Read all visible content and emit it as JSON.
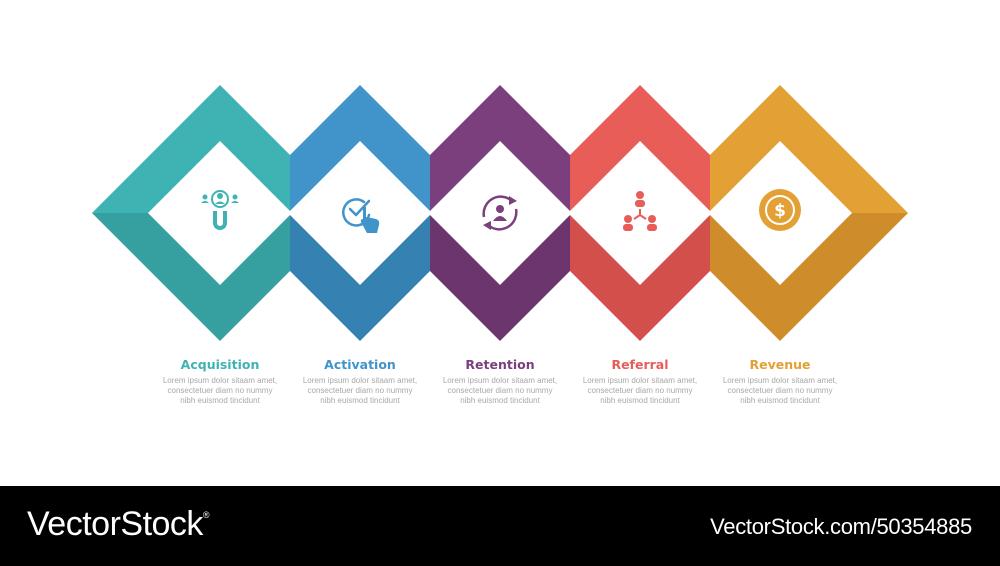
{
  "stages": [
    {
      "title": "Acquisition",
      "color": "#3fb3b4",
      "shade": "#35a09f",
      "icon": "magnet-users-icon",
      "desc": [
        "Lorem ipsum dolor sitaam amet,",
        "consectetuer diam no nummy",
        "nibh euismod tincidunt"
      ]
    },
    {
      "title": "Activation",
      "color": "#4094c9",
      "shade": "#3581b2",
      "icon": "touch-check-icon",
      "desc": [
        "Lorem ipsum dolor sitaam amet,",
        "consectetuer diam no nummy",
        "nibh euismod tincidunt"
      ]
    },
    {
      "title": "Retention",
      "color": "#7b3f7e",
      "shade": "#6c356e",
      "icon": "user-cycle-icon",
      "desc": [
        "Lorem ipsum dolor sitaam amet,",
        "consectetuer diam no nummy",
        "nibh euismod tincidunt"
      ]
    },
    {
      "title": "Referral",
      "color": "#e85d58",
      "shade": "#d24f4b",
      "icon": "referral-network-icon",
      "desc": [
        "Lorem ipsum dolor sitaam amet,",
        "consectetuer diam no nummy",
        "nibh euismod tincidunt"
      ]
    },
    {
      "title": "Revenue",
      "color": "#e3a035",
      "shade": "#cf8c2b",
      "icon": "dollar-coin-icon",
      "desc": [
        "Lorem ipsum dolor sitaam amet,",
        "consectetuer diam no nummy",
        "nibh euismod tincidunt"
      ]
    }
  ],
  "footer": {
    "brand": "VectorStock",
    "brand_mark": "®",
    "image_id": "VectorStock.com/50354885"
  }
}
